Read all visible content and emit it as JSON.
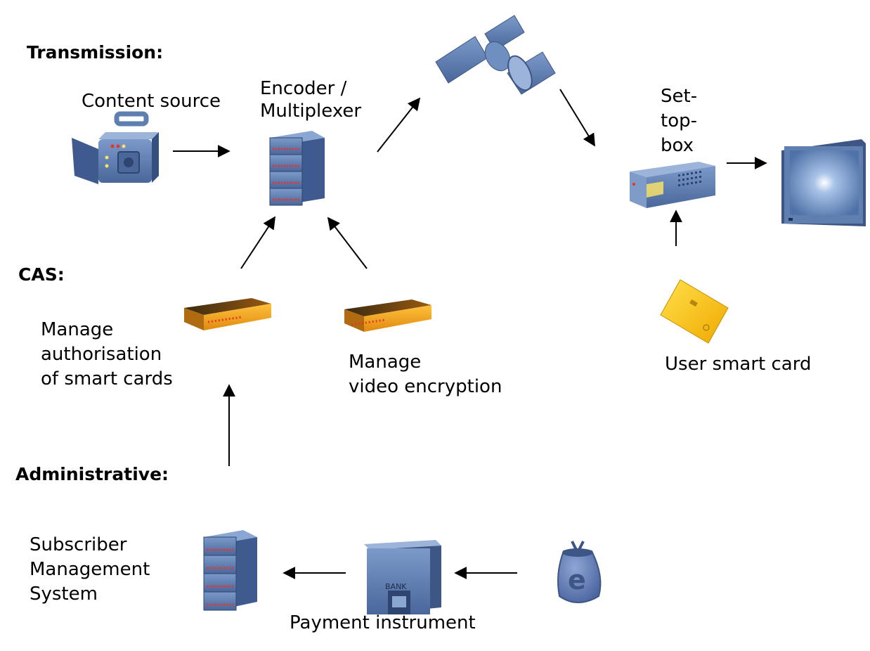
{
  "sections": {
    "transmission": "Transmission:",
    "cas": "CAS:",
    "administrative": "Administrative:"
  },
  "labels": {
    "content_source": "Content source",
    "encoder": "Encoder /\nMultiplexer",
    "set_top_box": "Set-\ntop-\nbox",
    "user_smart_card": "User smart card",
    "manage_authorisation": "Manage\nauthorisation\nof smart cards",
    "manage_video_encryption": "Manage\nvideo encryption",
    "subscriber_management": "Subscriber\nManagement\nSystem",
    "payment_instrument": "Payment instrument",
    "bank_sign": "BANK",
    "purse_letter": "e"
  },
  "colors": {
    "blue_device": "#5f7fb0",
    "blue_dark": "#3d5685",
    "orange_device": "#f0a020",
    "smart_card": "#f5c400",
    "led_red": "#e8352a"
  },
  "icons": {
    "content_source": "video-camera-icon",
    "encoder": "server-rack-icon",
    "satellite": "satellite-icon",
    "set_top_box": "set-top-box-icon",
    "tv": "tv-screen-icon",
    "cas_auth": "orange-server-icon",
    "cas_encrypt": "orange-server-icon",
    "smart_card": "smart-card-icon",
    "sms_server": "server-rack-icon",
    "bank": "bank-building-icon",
    "purse": "e-purse-icon"
  }
}
